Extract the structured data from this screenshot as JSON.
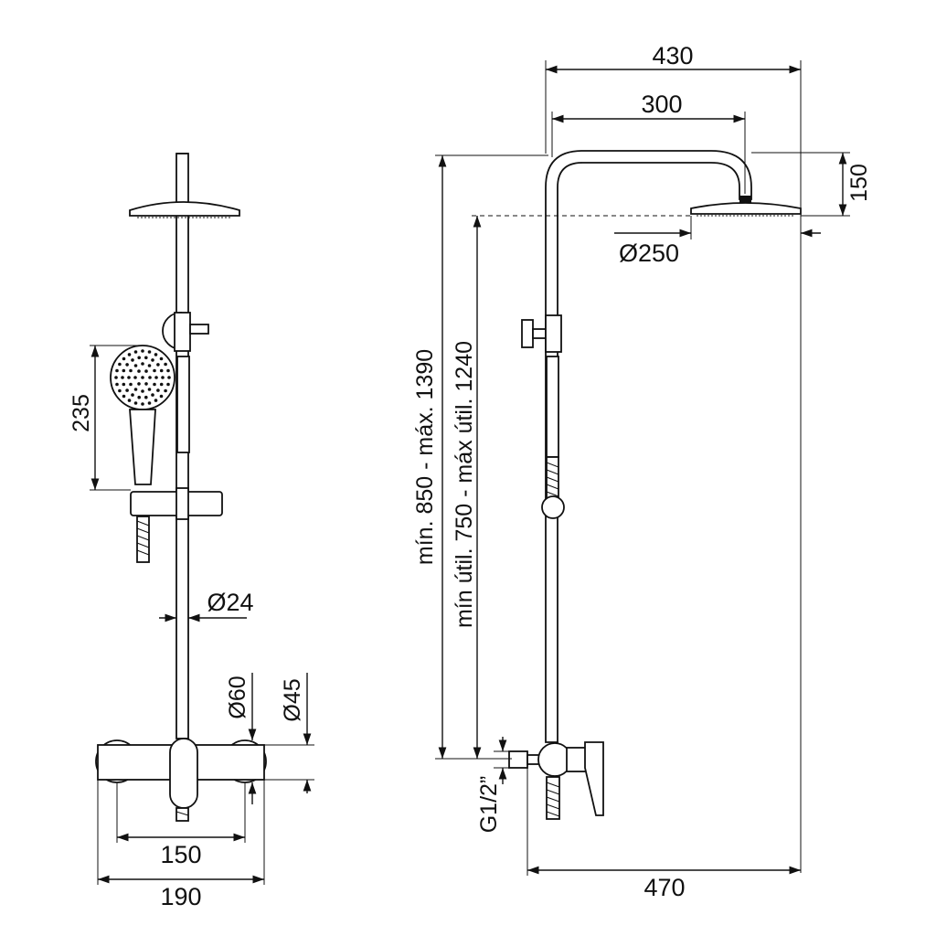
{
  "front_view": {
    "hand_shower_length": "235",
    "rail_diameter": "Ø24",
    "valve_body_diameter": "Ø60",
    "outlet_diameter": "Ø45",
    "inlet_centers": "150",
    "total_width": "190"
  },
  "side_view": {
    "total_projection_top": "430",
    "arm_reach": "300",
    "head_drop": "150",
    "head_diameter": "Ø250",
    "total_height": "mín. 850 - máx. 1390",
    "usable_height": "mín útil. 750 - máx útil. 1240",
    "thread_size": "G1/2”",
    "total_projection_bottom": "470"
  }
}
